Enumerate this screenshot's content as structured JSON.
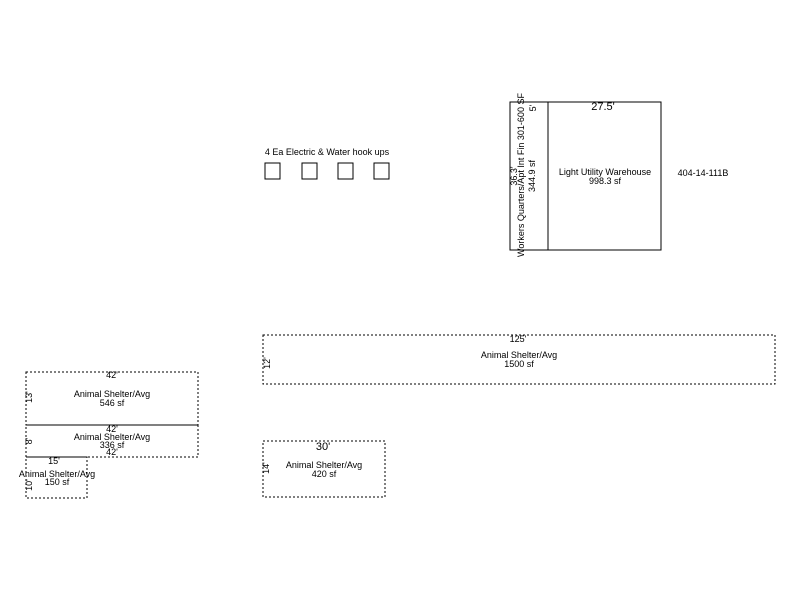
{
  "hookups": {
    "label": "4 Ea Electric & Water hook ups",
    "box_count": 4
  },
  "workers_quarters": {
    "label": "Workers Quarters/Apt Int Fin 301-600 SF",
    "area": "344.9 sf",
    "dim_top": "5'",
    "dim_side": "36.3'"
  },
  "warehouse": {
    "label": "Light Utility Warehouse",
    "area": "998.3 sf",
    "dim_top": "27.5'"
  },
  "parcel_id": "404-14-111B",
  "shelter_large": {
    "label": "Animal Shelter/Avg",
    "area": "1500 sf",
    "dim_top": "125'",
    "dim_side": "12'"
  },
  "shelter_left_top": {
    "label": "Animal Shelter/Avg",
    "area": "546 sf",
    "dim_top": "42'",
    "dim_side": "13'"
  },
  "shelter_left_mid": {
    "label": "Animal Shelter/Avg",
    "area": "336 sf",
    "dim_top": "42'",
    "dim_bottom": "42'",
    "dim_side": "8'"
  },
  "shelter_small": {
    "label": "Animal Shelter/Avg",
    "area": "150 sf",
    "dim_top": "15'",
    "dim_side": "10'"
  },
  "shelter_mid": {
    "label": "Animal Shelter/Avg",
    "area": "420 sf",
    "dim_top": "30'",
    "dim_side": "14'"
  }
}
